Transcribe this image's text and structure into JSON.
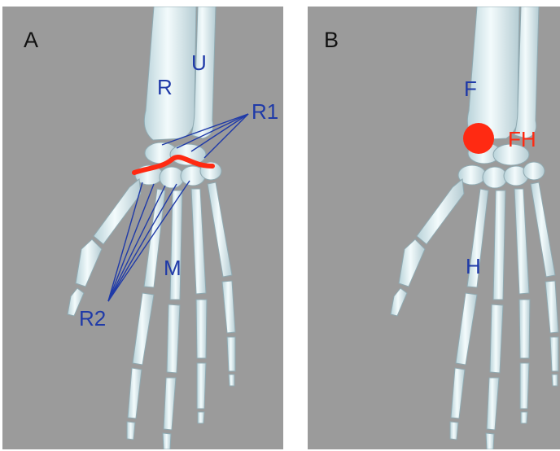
{
  "panels": [
    {
      "letter": "A",
      "labels": {
        "radius": "R",
        "ulna": "U",
        "radiocarpal": "R1",
        "midcarpal": "R2",
        "metacarpal": "M"
      }
    },
    {
      "letter": "B",
      "labels": {
        "forearm": "F",
        "joint": "FH",
        "hand": "H"
      }
    }
  ],
  "colors": {
    "background": "#9b9b9b",
    "bone": "#e4f1f4",
    "annotation_blue": "#1f3aa8",
    "highlight_red": "#ff2a12"
  }
}
